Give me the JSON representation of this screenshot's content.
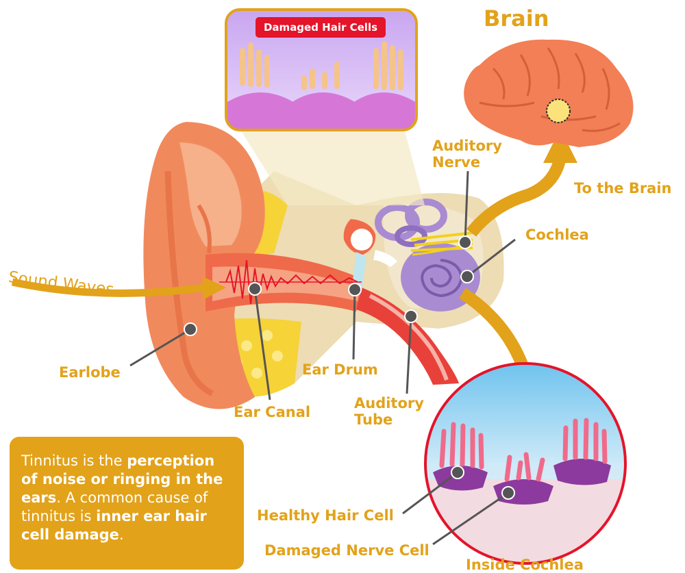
{
  "diagram": {
    "brain_title": "Brain",
    "hair_cell_badge": "Damaged Hair Cells",
    "sound_waves": "Sound Waves",
    "labels": {
      "earlobe": "Earlobe",
      "ear_canal": "Ear Canal",
      "ear_drum": "Ear Drum",
      "auditory_tube": "Auditory Tube",
      "auditory_nerve": "Auditory Nerve",
      "cochlea": "Cochlea",
      "to_the_brain": "To the Brain",
      "healthy_hair_cell": "Healthy Hair Cell",
      "damaged_nerve_cell": "Damaged Nerve Cell",
      "inside_cochlea": "Inside Cochlea"
    },
    "info": {
      "p1": "Tinnitus is the ",
      "b1": "perception of noise or ringing in the ears",
      "p2": ". A common cause of tinnitus is ",
      "b2": "inner ear hair cell damage",
      "p3": "."
    },
    "colors": {
      "accent": "#e2a21a",
      "badge": "#e4142a",
      "ear_skin": "#f08a5d",
      "canal_red": "#e8413a",
      "cochlea_purple": "#a98bd2",
      "hair_pink": "#f06a8a"
    }
  }
}
